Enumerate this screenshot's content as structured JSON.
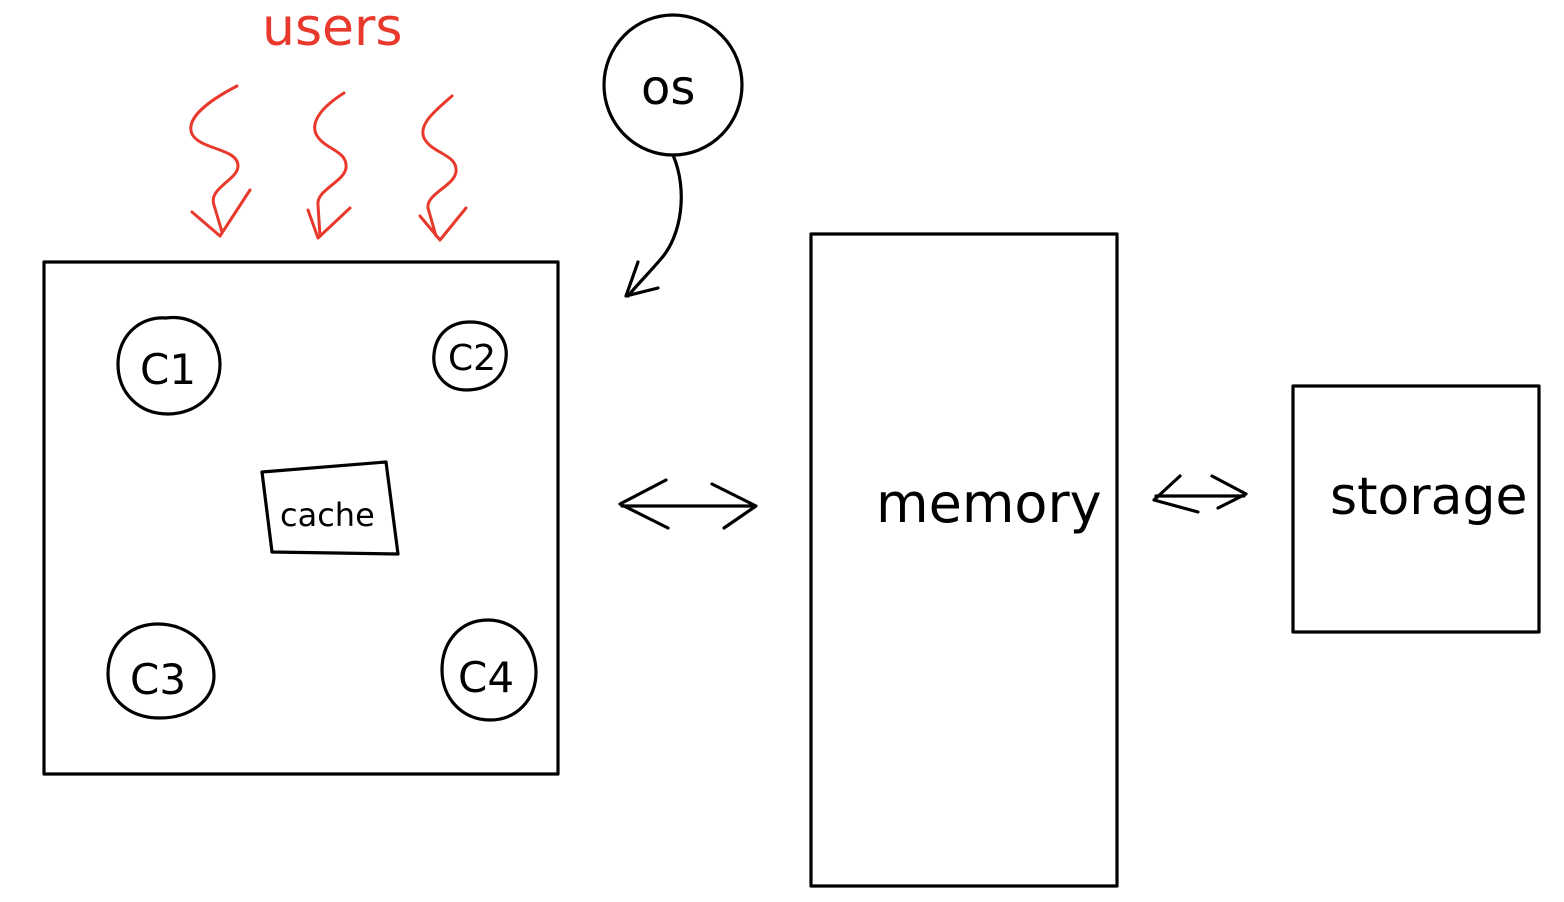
{
  "colors": {
    "ink": "#000000",
    "accent": "#e8392c",
    "background": "#ffffff"
  },
  "labels": {
    "users": "users",
    "os": "os",
    "cache": "cache",
    "memory": "memory",
    "storage": "storage"
  },
  "cores": [
    {
      "label": "C1"
    },
    {
      "label": "C2"
    },
    {
      "label": "C3"
    },
    {
      "label": "C4"
    }
  ]
}
